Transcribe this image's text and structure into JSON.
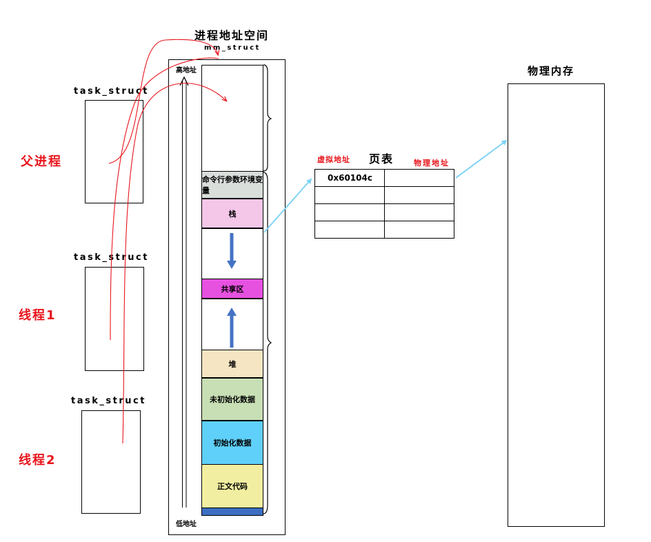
{
  "title": "进程地址空间",
  "mm_struct": "mm_struct",
  "high_addr": "高地址",
  "low_addr": "低地址",
  "task_structs": [
    "task_struct",
    "task_struct",
    "task_struct"
  ],
  "entities": [
    "父进程",
    "线程1",
    "线程2"
  ],
  "segments": {
    "cmdline": "命令行参数环境变量",
    "stack": "栈",
    "shared": "共享区",
    "heap": "堆",
    "bss": "未初始化数据",
    "data": "初始化数据",
    "text": "正文代码"
  },
  "page_table": {
    "title": "页表",
    "virtual_header": "虚拟地址",
    "physical_header": "物理地址",
    "rows": [
      [
        "0x60104c",
        ""
      ],
      [
        "",
        ""
      ],
      [
        "",
        ""
      ],
      [
        "",
        ""
      ]
    ]
  },
  "physical_memory": "物理内存",
  "colors": {
    "red": "#e8141b",
    "arrow_cyan": "#7fd3f5",
    "arrow_blue": "#4472c4",
    "cmdline": "#d9dedb",
    "stack": "#f4c6e8",
    "shared": "#e651e0",
    "heap": "#f5e5c3",
    "bss": "#c8dfb5",
    "data": "#5fd0fa",
    "text": "#f2eea1",
    "bottom": "#3c6ec2"
  }
}
